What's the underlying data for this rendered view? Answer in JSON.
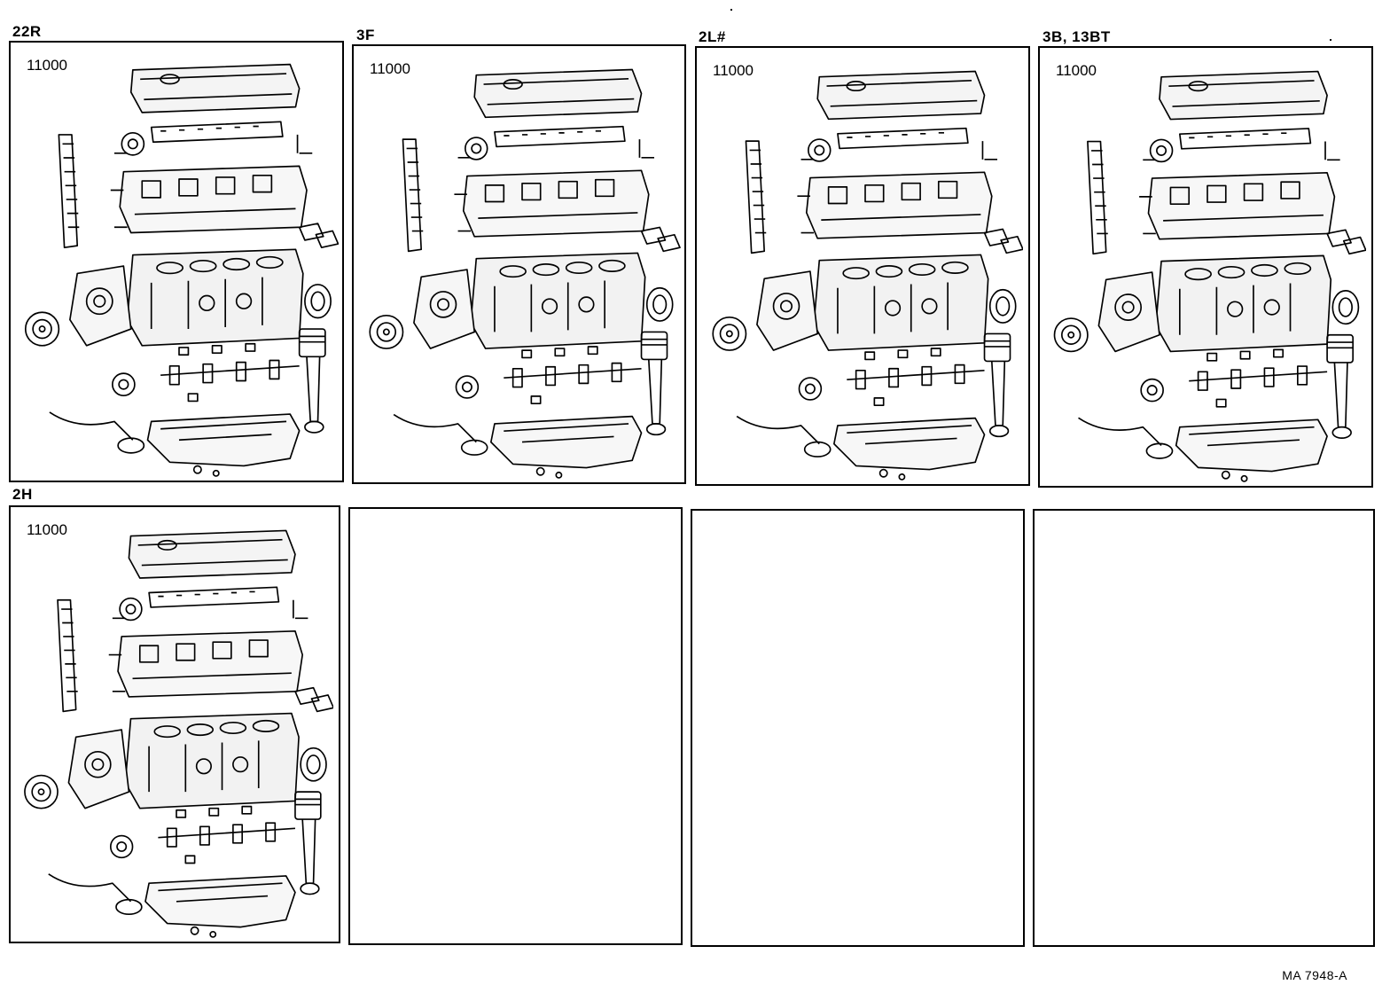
{
  "panels": [
    {
      "engine": "22R",
      "part_no": "11000"
    },
    {
      "engine": "3F",
      "part_no": "11000"
    },
    {
      "engine": "2L#",
      "part_no": "11000"
    },
    {
      "engine": "3B, 13BT",
      "part_no": "11000"
    },
    {
      "engine": "2H",
      "part_no": "11000"
    },
    {
      "engine": "",
      "part_no": ""
    },
    {
      "engine": "",
      "part_no": ""
    },
    {
      "engine": "",
      "part_no": ""
    }
  ],
  "footer": {
    "ref_code": "MA  7948-A"
  }
}
